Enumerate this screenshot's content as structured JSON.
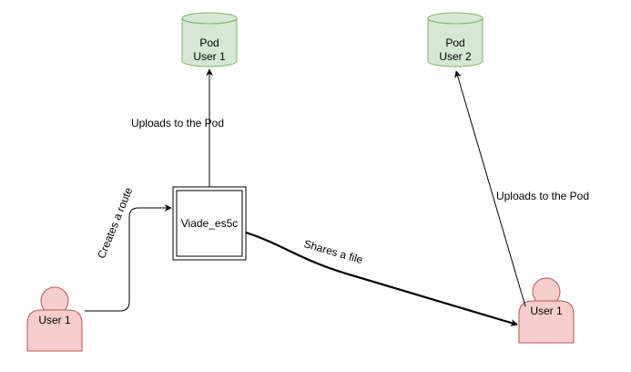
{
  "colors": {
    "background": "#ffffff",
    "pod_fill": "#d5e8d4",
    "pod_stroke": "#82b366",
    "user_fill": "#f8cecc",
    "user_stroke": "#b85450",
    "line": "#000000"
  },
  "pods": [
    {
      "name": "Pod",
      "owner": "User 1"
    },
    {
      "name": "Pod",
      "owner": "User 2"
    }
  ],
  "users": [
    {
      "label": "User 1",
      "icon": "person-icon"
    },
    {
      "label": "User 1",
      "icon": "person-icon"
    }
  ],
  "app": {
    "label": "Viade_es5c"
  },
  "edges": {
    "creates_route": "Creates a route",
    "uploads_left": "Uploads to the Pod",
    "shares_file": "Shares a file",
    "uploads_right": "Uploads to the Pod"
  }
}
